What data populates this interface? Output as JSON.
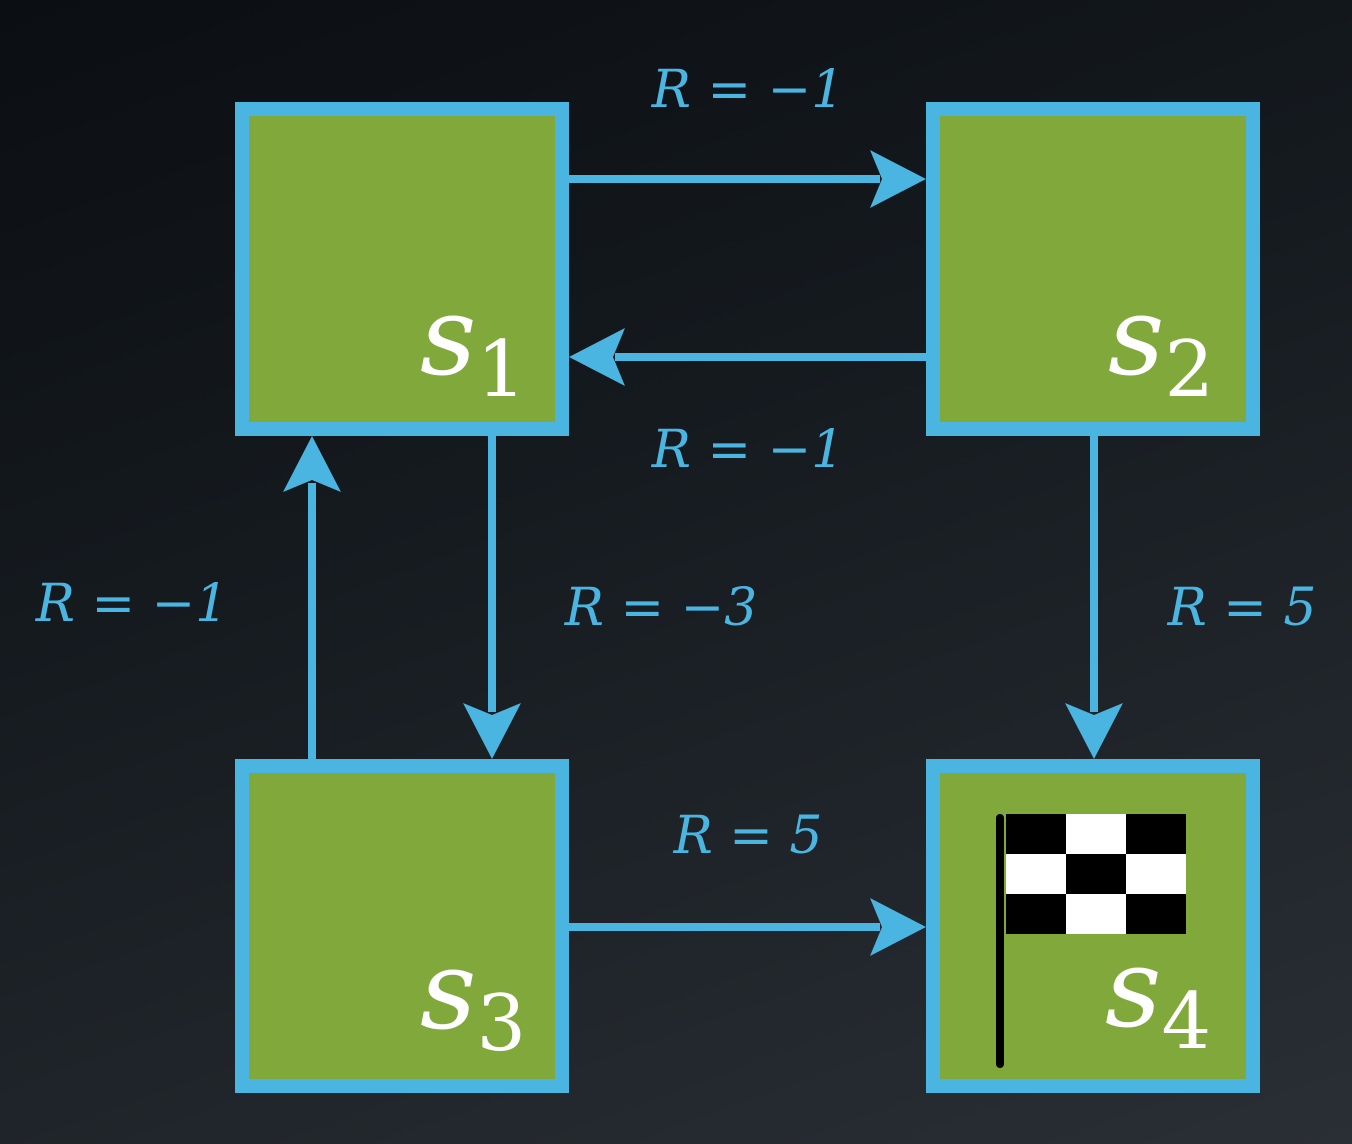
{
  "states": [
    {
      "id": "s1",
      "base": "s",
      "sub": "1"
    },
    {
      "id": "s2",
      "base": "s",
      "sub": "2"
    },
    {
      "id": "s3",
      "base": "s",
      "sub": "3"
    },
    {
      "id": "s4",
      "base": "s",
      "sub": "4",
      "goal_icon": "checkered-flag-icon"
    }
  ],
  "transitions": [
    {
      "from": "s1",
      "to": "s2",
      "label": "R = −1"
    },
    {
      "from": "s2",
      "to": "s1",
      "label": "R = −1"
    },
    {
      "from": "s3",
      "to": "s1",
      "label": "R = −1"
    },
    {
      "from": "s1",
      "to": "s3",
      "label": "R = −3"
    },
    {
      "from": "s2",
      "to": "s4",
      "label": "R = 5"
    },
    {
      "from": "s3",
      "to": "s4",
      "label": "R = 5"
    }
  ],
  "colors": {
    "box_fill": "#81a83a",
    "box_border": "#4bb5e2",
    "arrow": "#4bb5e2",
    "label": "#4bb5e2",
    "background": "#13171c"
  }
}
